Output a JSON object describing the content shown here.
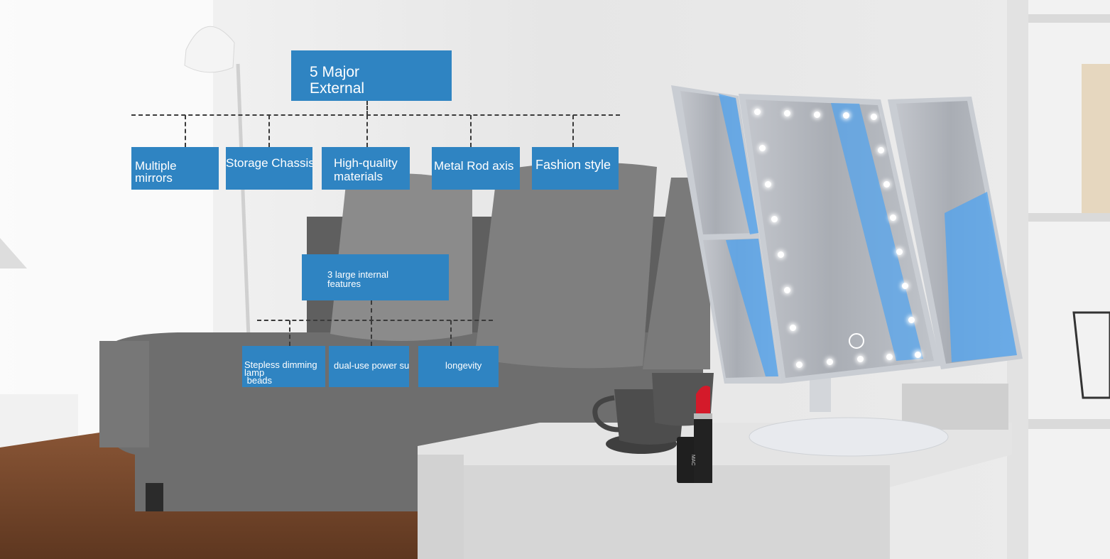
{
  "diagram": {
    "title": "5 Major\nExternal",
    "external_features": [
      "Multiple\nmirrors",
      "Storage Chassis",
      "High-quality\nmaterials",
      "Metal Rod axis",
      "Fashion style"
    ],
    "internal_title": "3 large internal\nfeatures",
    "internal_features": [
      "Stepless dimming\nlamp\n beads",
      "dual-use power supply",
      "longevity"
    ]
  },
  "product": {
    "lipstick_brand": "MAC"
  },
  "colors": {
    "box_blue": "#2f84c2",
    "box_text": "#ffffff",
    "connector": "#3a3a3a",
    "wall": "#e9e9e9",
    "sofa": "#6e6e6e",
    "floor": "#7a4a2c",
    "table": "#dcdcdc",
    "mirror_frame": "#c9cdd3",
    "mirror_glow": "#4fa3f0",
    "lipstick_red": "#d41a2a"
  }
}
